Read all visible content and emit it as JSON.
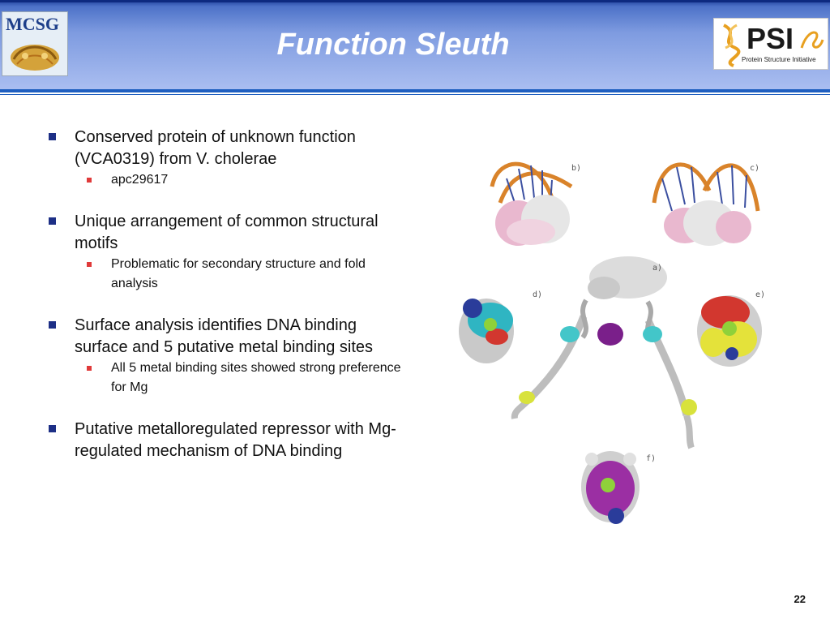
{
  "header": {
    "title": "Function Sleuth",
    "left_logo_text": "MCSG",
    "right_logo_text": "PSI",
    "right_logo_subtext": "Protein Structure Initiative"
  },
  "bullets": [
    {
      "text": "Conserved protein of unknown function (VCA0319) from V. cholerae",
      "sub": [
        "apc29617"
      ]
    },
    {
      "text": "Unique arrangement of common structural motifs",
      "sub": [
        "Problematic for secondary structure and fold analysis"
      ]
    },
    {
      "text": "Surface analysis identifies DNA binding surface and 5 putative metal binding sites",
      "sub": [
        "All 5 metal binding sites showed strong preference for Mg"
      ]
    },
    {
      "text": "Putative metalloregulated repressor with Mg-regulated mechanism of DNA binding",
      "sub": []
    }
  ],
  "figure": {
    "panel_labels": {
      "a": "a)",
      "b": "b)",
      "c": "c)",
      "d": "d)",
      "e": "e)",
      "f": "f)"
    }
  },
  "page_number": "22"
}
